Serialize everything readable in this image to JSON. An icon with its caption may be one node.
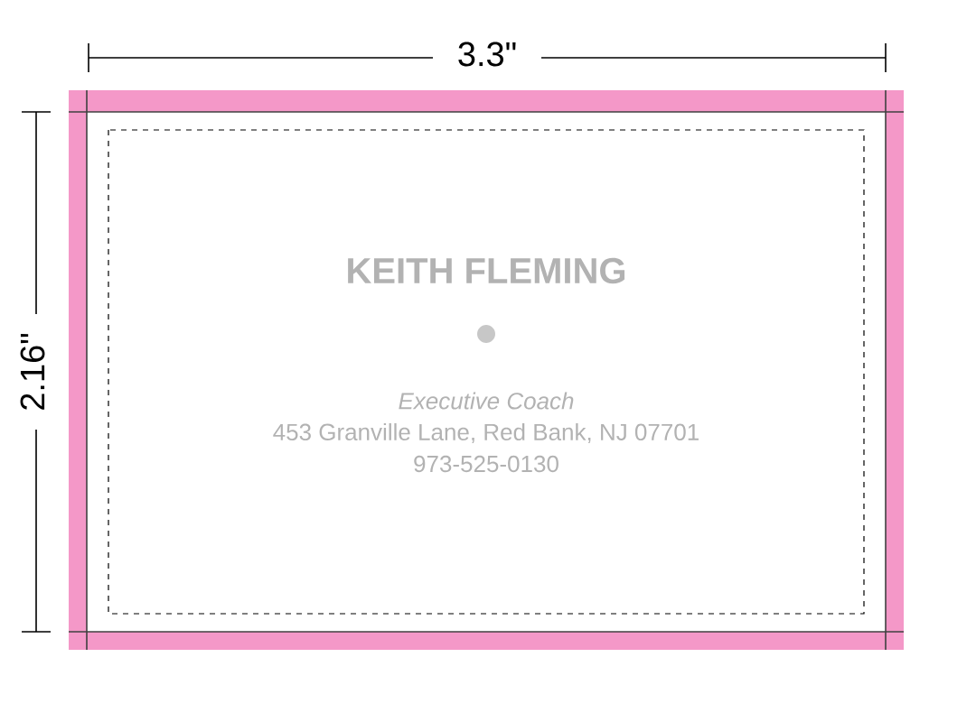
{
  "diagram": {
    "nodes": [
      {
        "text": [
          "KEITH FLEMING",
          "*Executive Coach*",
          "453 Granville Lane, Red Bank, NJ 07701",
          "973-525-0130"
        ]
      }
    ],
    "labels": [
      "3.3\"",
      "2.16\""
    ]
  }
}
